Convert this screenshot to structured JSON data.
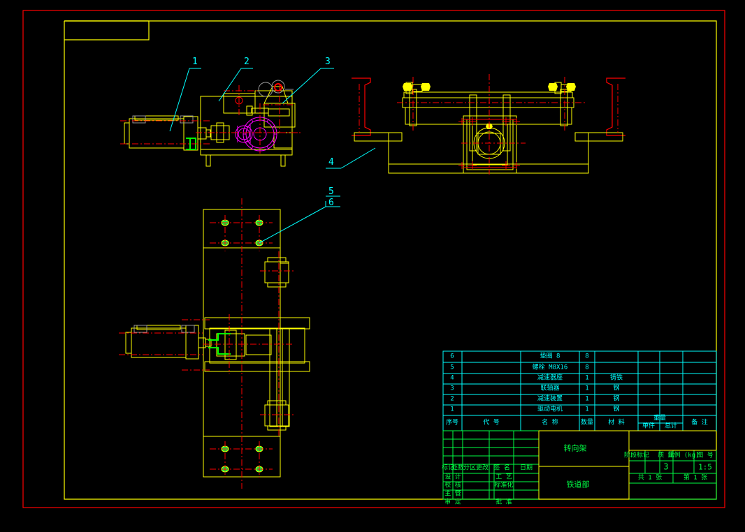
{
  "app": {
    "kind": "cad-assembly-drawing",
    "background": "#000000",
    "colors": {
      "border_red": "#ff0000",
      "frame_yellow": "#ffff00",
      "geometry_yellow": "#ffff00",
      "centerline_red": "#ff0000",
      "annotation_cyan": "#00ffff",
      "table_green": "#00ff44",
      "detail_magenta": "#ff00ff",
      "detail_green": "#00ff00",
      "hidden_gray": "#999999"
    }
  },
  "balloons": [
    {
      "id": "1",
      "label": "1"
    },
    {
      "id": "2",
      "label": "2"
    },
    {
      "id": "3",
      "label": "3"
    },
    {
      "id": "4",
      "label": "4"
    },
    {
      "id": "5",
      "label": "5"
    },
    {
      "id": "6",
      "label": "6"
    }
  ],
  "bom": {
    "headers": [
      "序号",
      "代  号",
      "名    称",
      "数量",
      "材  料",
      "单件",
      "总计",
      "备  注"
    ],
    "weight_group_label": "重量",
    "rows": [
      {
        "no": "6",
        "code": "",
        "name": "垫圈 8",
        "qty": "8",
        "material": "",
        "unit_wt": "",
        "total_wt": "",
        "remark": ""
      },
      {
        "no": "5",
        "code": "",
        "name": "螺栓 M8X16",
        "qty": "8",
        "material": "",
        "unit_wt": "",
        "total_wt": "",
        "remark": ""
      },
      {
        "no": "4",
        "code": "",
        "name": "减速器座",
        "qty": "1",
        "material": "铸铁",
        "unit_wt": "",
        "total_wt": "",
        "remark": ""
      },
      {
        "no": "3",
        "code": "",
        "name": "联轴器",
        "qty": "1",
        "material": "钢",
        "unit_wt": "",
        "total_wt": "",
        "remark": ""
      },
      {
        "no": "2",
        "code": "",
        "name": "减速装置",
        "qty": "1",
        "material": "钢",
        "unit_wt": "",
        "total_wt": "",
        "remark": ""
      },
      {
        "no": "1",
        "code": "",
        "name": "驱动电机",
        "qty": "1",
        "material": "钢",
        "unit_wt": "",
        "total_wt": "",
        "remark": ""
      }
    ]
  },
  "title_block": {
    "change_headers": [
      "标记",
      "处数",
      "分区更改",
      "签  名",
      "日期"
    ],
    "sign_rows": [
      {
        "role": "设  计",
        "name": "",
        "date": "",
        "extra_label": "工  艺",
        "extra_value": ""
      },
      {
        "role": "校  核",
        "name": "",
        "date": "",
        "extra_label": "标准化",
        "extra_value": ""
      },
      {
        "role": "主  管",
        "name": "",
        "date": "",
        "extra_label": "",
        "extra_value": ""
      },
      {
        "role": "审  定",
        "name": "",
        "date": "",
        "extra_label": "批  准",
        "extra_value": ""
      }
    ],
    "drawing_name": "转向架",
    "organization": "铁道部",
    "spec_headers": [
      "阶段标记",
      "质  量",
      "比例 (kg)",
      "图  号"
    ],
    "stage_mark": "3",
    "scale": "1:5",
    "sheet_total": "共 1 张",
    "sheet_number": "第 1 张"
  }
}
